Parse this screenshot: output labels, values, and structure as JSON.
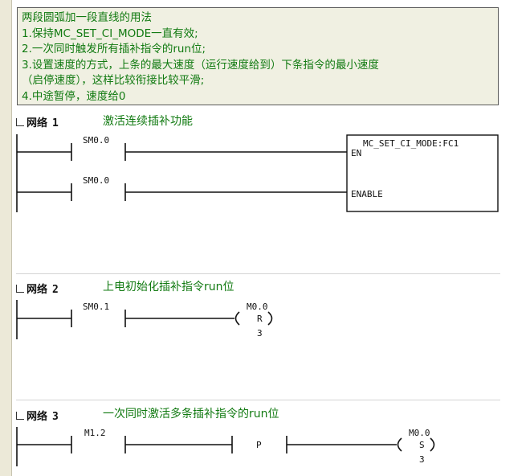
{
  "comment": {
    "lines": [
      "两段圆弧加一段直线的用法",
      "1.保持MC_SET_CI_MODE一直有效;",
      "2.一次同时触发所有插补指令的run位;",
      "3.设置速度的方式，上条的最大速度（运行速度给到）下条指令的最小速度",
      "（启停速度），这样比较衔接比较平滑;",
      "4.中途暂停，速度给0"
    ]
  },
  "networks": [
    {
      "label": "网络",
      "number": "1",
      "title": "激活连续插补功能",
      "contacts": [
        "SM0.0",
        "SM0.0"
      ],
      "box": {
        "name": "MC_SET_CI_MODE:FC1",
        "pins": [
          "EN",
          "ENABLE"
        ]
      }
    },
    {
      "label": "网络",
      "number": "2",
      "title": "上电初始化插补指令run位",
      "contacts": [
        "SM0.1"
      ],
      "coil": {
        "address": "M0.0",
        "type": "R",
        "count": "3"
      }
    },
    {
      "label": "网络",
      "number": "3",
      "title": "一次同时激活多条插补指令的run位",
      "contacts": [
        "M1.2"
      ],
      "edge": "P",
      "coil": {
        "address": "M0.0",
        "type": "S",
        "count": "3"
      }
    }
  ]
}
